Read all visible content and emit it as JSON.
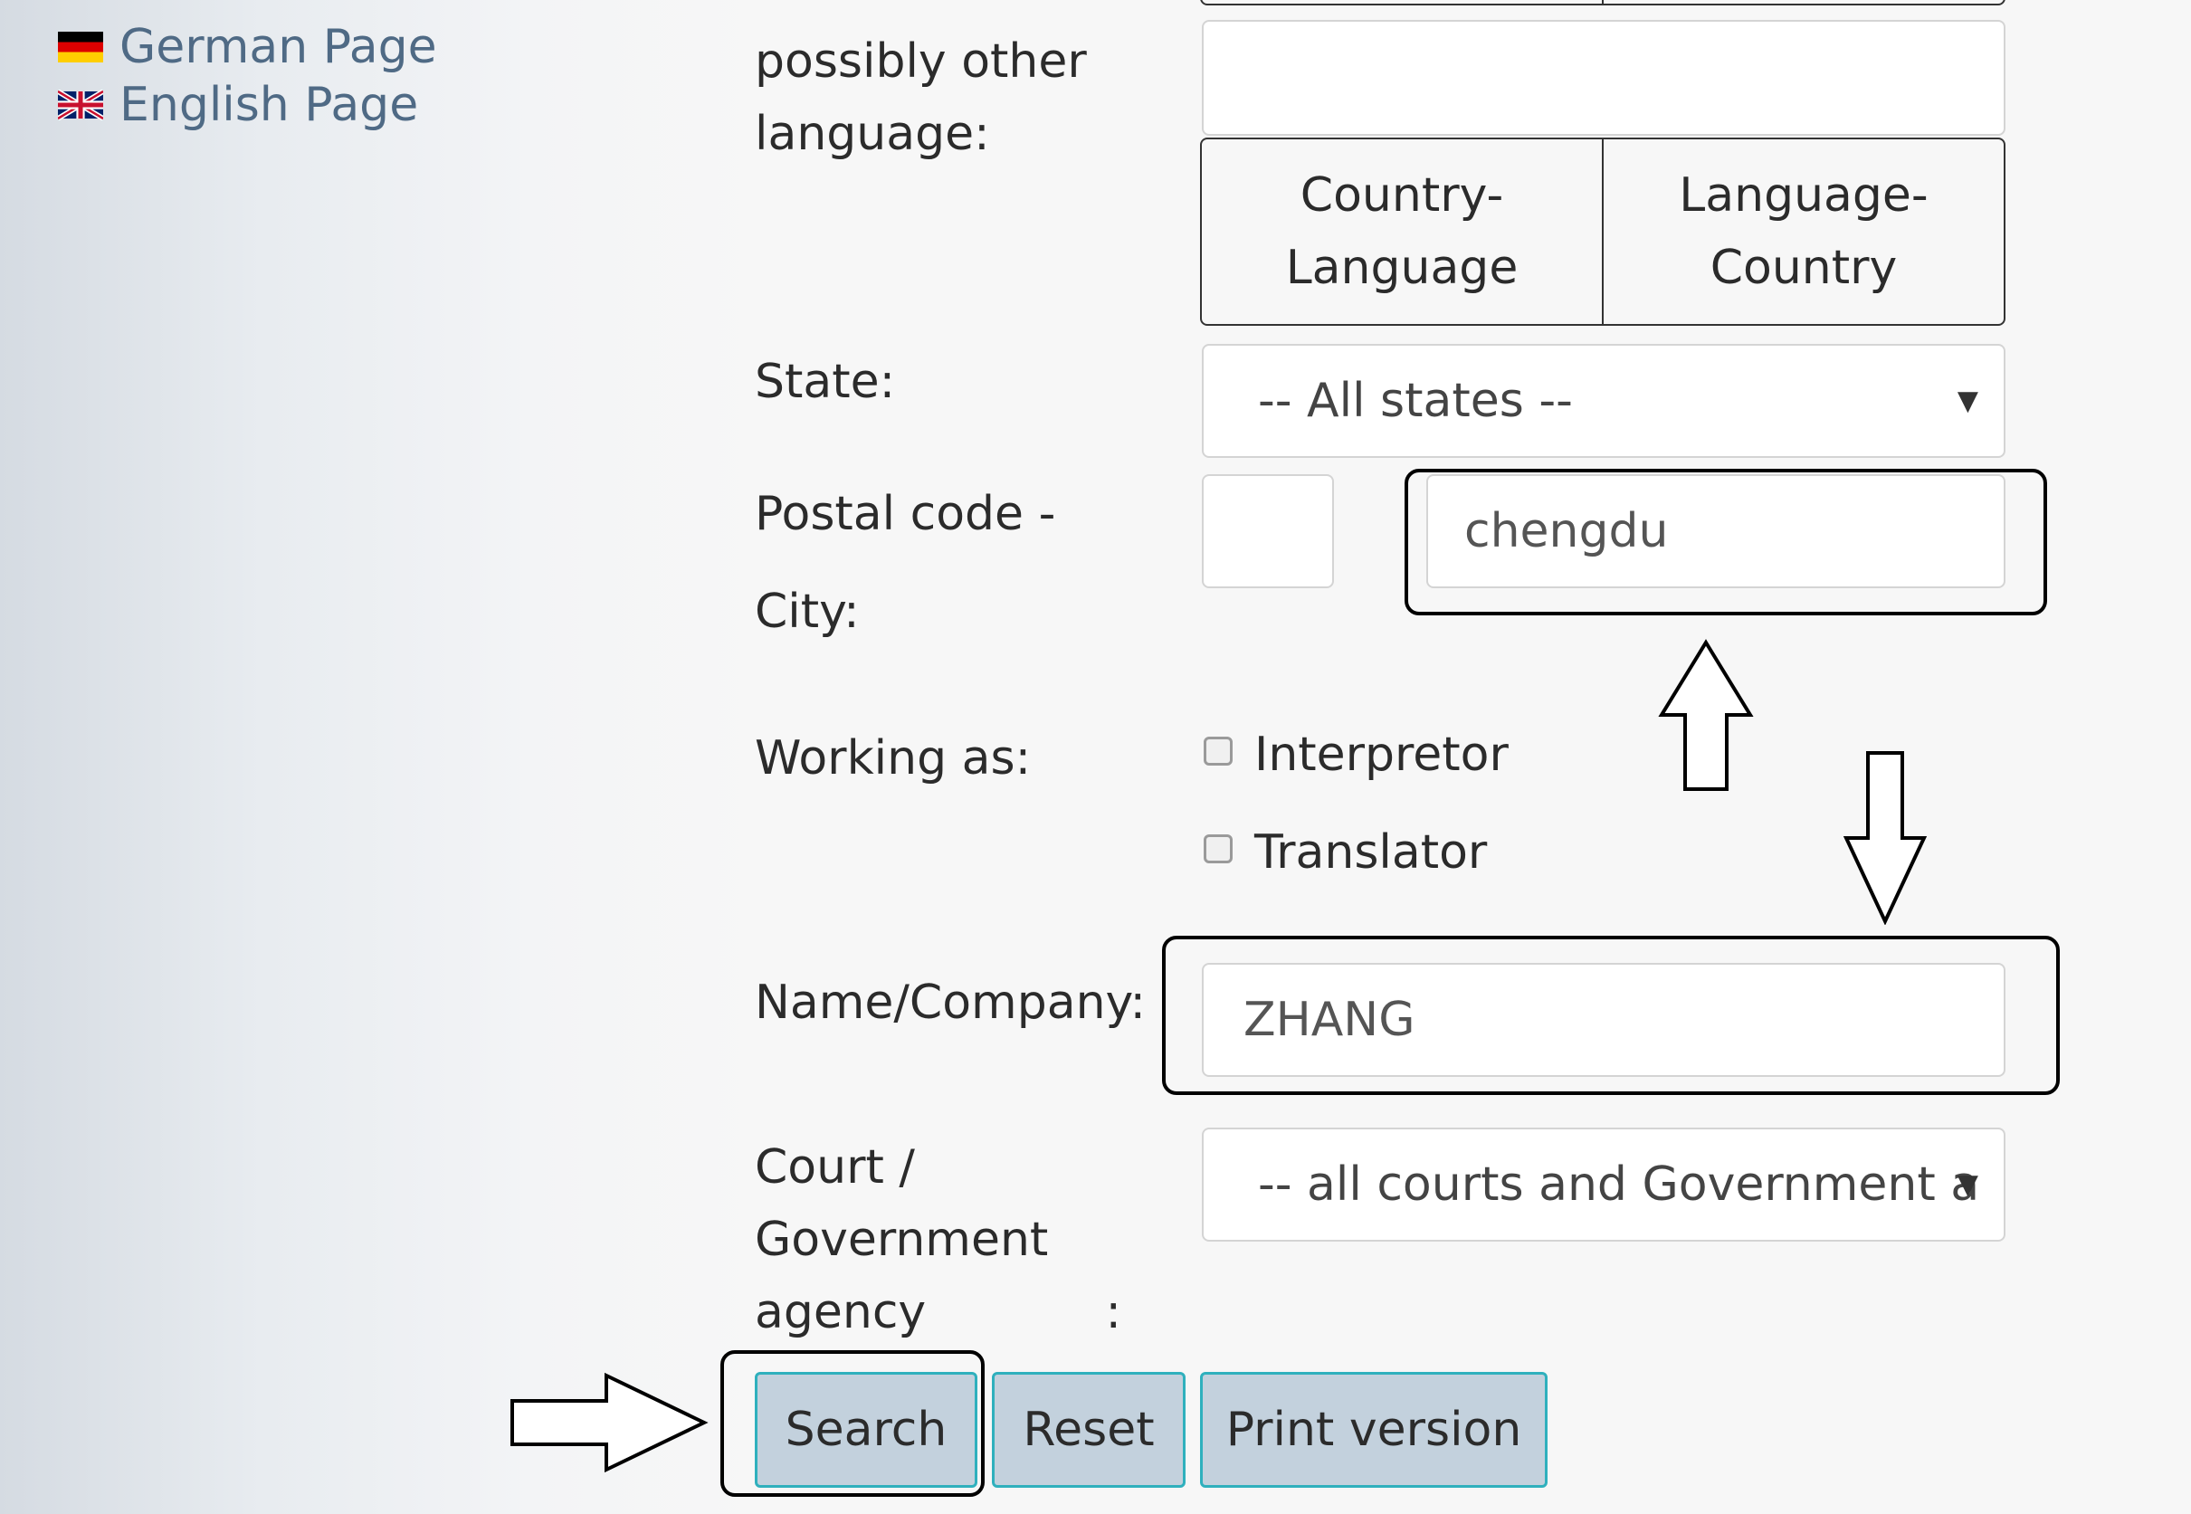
{
  "sidebar": {
    "links": [
      {
        "label": "German Page",
        "flag": "german-flag"
      },
      {
        "label": "English Page",
        "flag": "uk-flag"
      }
    ]
  },
  "form": {
    "other_language_label_line1": "possibly other",
    "other_language_label_line2": "language:",
    "other_language_value": "",
    "order_toggle": {
      "option1_line1": "Country-",
      "option1_line2": "Language",
      "option2_line1": "Language-",
      "option2_line2": "Country"
    },
    "state_label": "State:",
    "state_selected": "-- All states --",
    "postal_label_line1": "Postal code -",
    "postal_label_line2": "City:",
    "postal_value": "",
    "city_value": "chengdu",
    "working_as_label": "Working as:",
    "working_options": [
      "Interpretor",
      "Translator"
    ],
    "name_label": "Name/Company:",
    "name_value": "ZHANG",
    "court_label_line1": "Court /",
    "court_label_line2": "Government",
    "court_label_line3": "agency",
    "court_label_colon": ":",
    "court_selected": "-- all courts and Government a"
  },
  "buttons": {
    "search": "Search",
    "reset": "Reset",
    "print": "Print version"
  },
  "colors": {
    "button_bg": "#c3d1dd",
    "button_border": "#2fb0bd",
    "link": "#4f6a85"
  }
}
